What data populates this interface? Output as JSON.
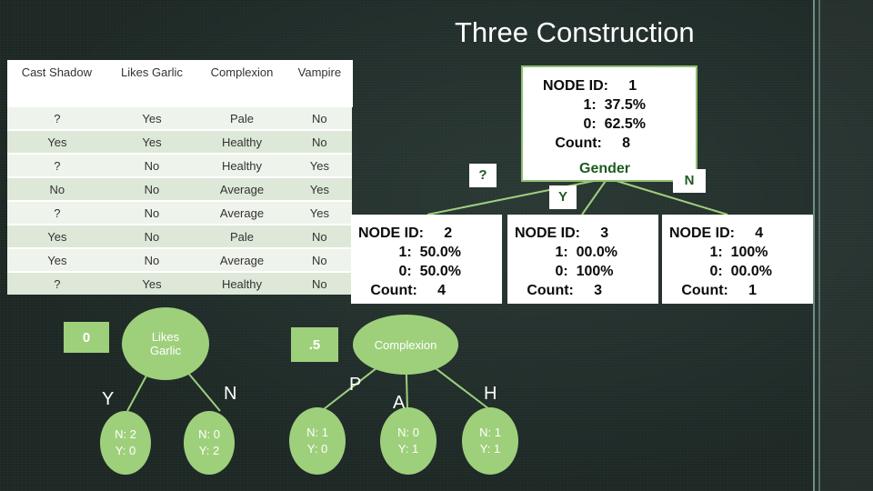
{
  "title": "Three Construction",
  "table": {
    "headers": [
      "Cast Shadow",
      "Likes Garlic",
      "Complexion",
      "Vampire"
    ],
    "rows": [
      [
        "?",
        "Yes",
        "Pale",
        "No"
      ],
      [
        "Yes",
        "Yes",
        "Healthy",
        "No"
      ],
      [
        "?",
        "No",
        "Healthy",
        "Yes"
      ],
      [
        "No",
        "No",
        "Average",
        "Yes"
      ],
      [
        "?",
        "No",
        "Average",
        "Yes"
      ],
      [
        "Yes",
        "No",
        "Pale",
        "No"
      ],
      [
        "Yes",
        "No",
        "Average",
        "No"
      ],
      [
        "?",
        "Yes",
        "Healthy",
        "No"
      ]
    ]
  },
  "root_node": {
    "text": "NODE ID:     1\n          1:  37.5%\n          0:  62.5%\n   Count:     8",
    "split_label": "Gender"
  },
  "edges": {
    "left": "?",
    "middle": "Y",
    "right": "N"
  },
  "child_nodes": [
    {
      "text": "NODE ID:     2\n          1:  50.0%\n          0:  50.0%\n   Count:     4"
    },
    {
      "text": "NODE ID:     3\n          1:  00.0%\n          0:  100%\n   Count:     3"
    },
    {
      "text": "NODE ID:     4\n          1:  100%\n          0:  00.0%\n   Count:     1"
    }
  ],
  "diagram": {
    "left_score": "0",
    "left_node": "Likes\nGarlic",
    "left_branches": [
      "Y",
      "N"
    ],
    "left_leaves": [
      "N: 2\nY: 0",
      "N: 0\nY: 2"
    ],
    "right_score": ".5",
    "right_node": "Complexion",
    "right_branches": [
      "P",
      "A",
      "H"
    ],
    "right_leaves": [
      "N: 1\nY: 0",
      "N: 0\nY: 1",
      "N: 1\nY: 1"
    ]
  },
  "colors": {
    "node_green": "#9ed07c",
    "background": "#1f2b28",
    "accent_text": "#1f5a22"
  }
}
